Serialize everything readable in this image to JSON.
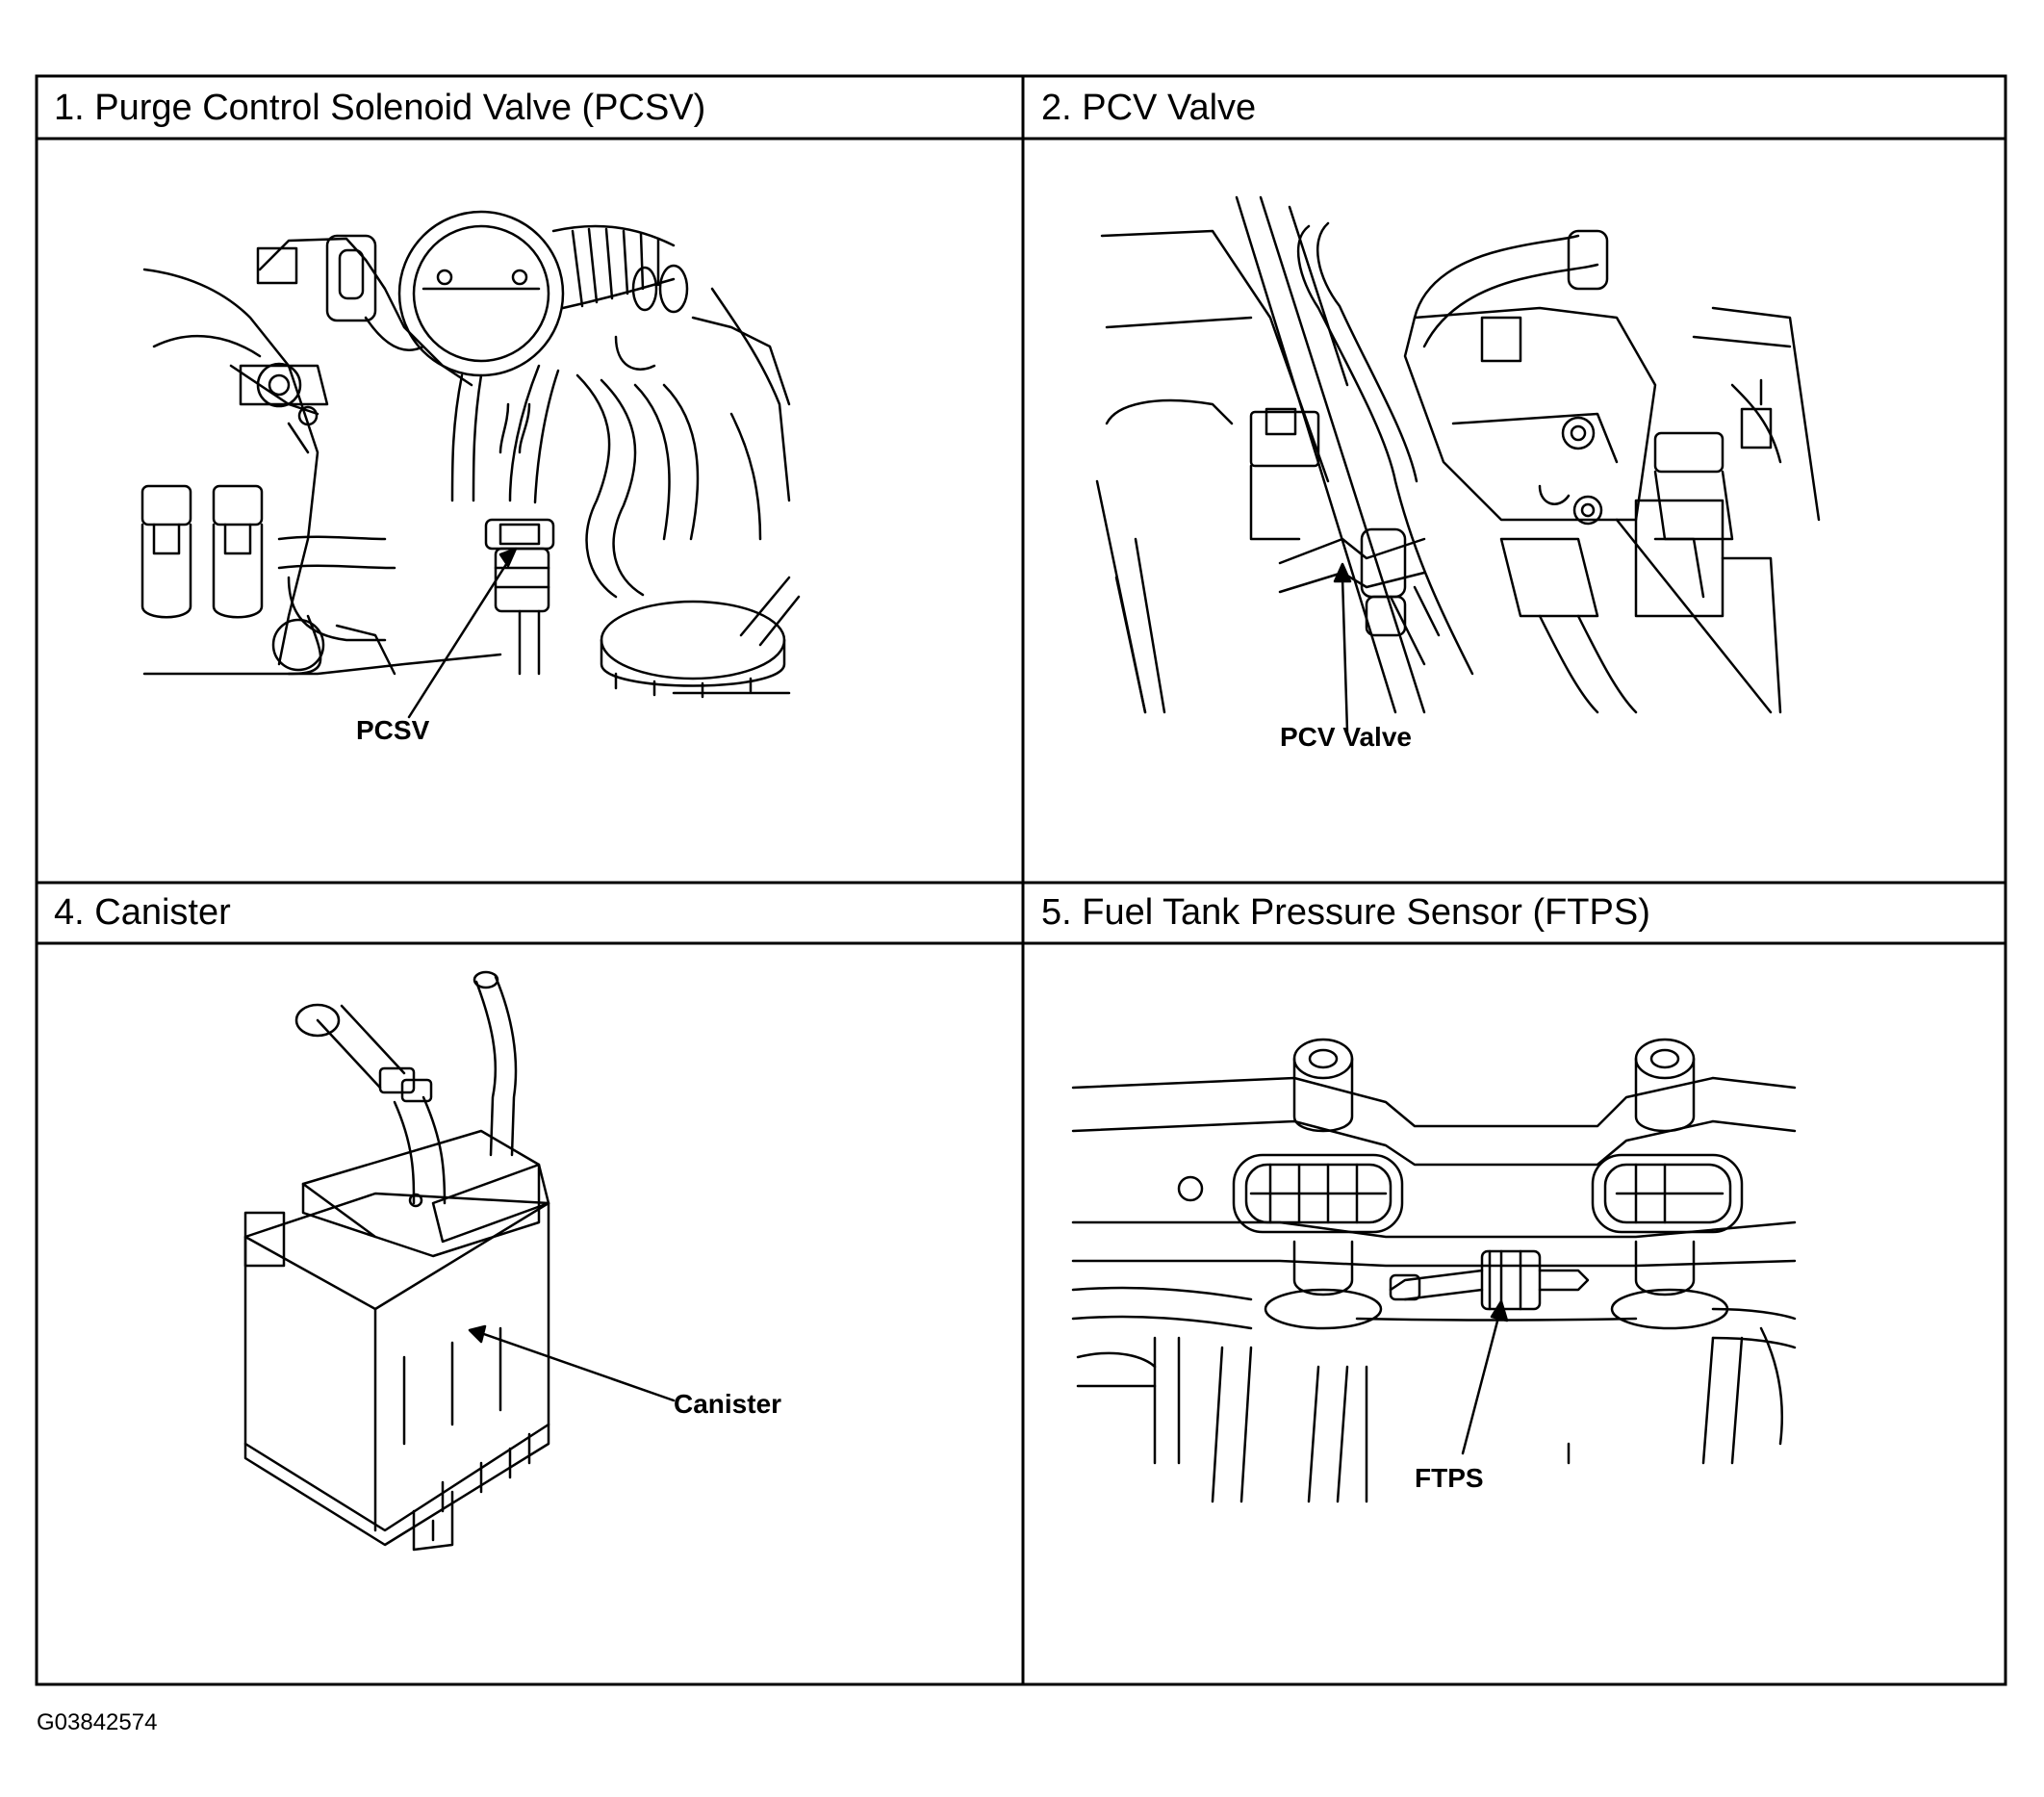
{
  "panels": [
    {
      "title": "1. Purge Control Solenoid Valve (PCSV)",
      "callout": "PCSV"
    },
    {
      "title": "2. PCV Valve",
      "callout": "PCV Valve"
    },
    {
      "title": "4. Canister",
      "callout": "Canister"
    },
    {
      "title": "5. Fuel Tank Pressure Sensor (FTPS)",
      "callout": "FTPS"
    }
  ],
  "figure_id": "G03842574",
  "colors": {
    "line": "#000000",
    "background": "#ffffff"
  }
}
